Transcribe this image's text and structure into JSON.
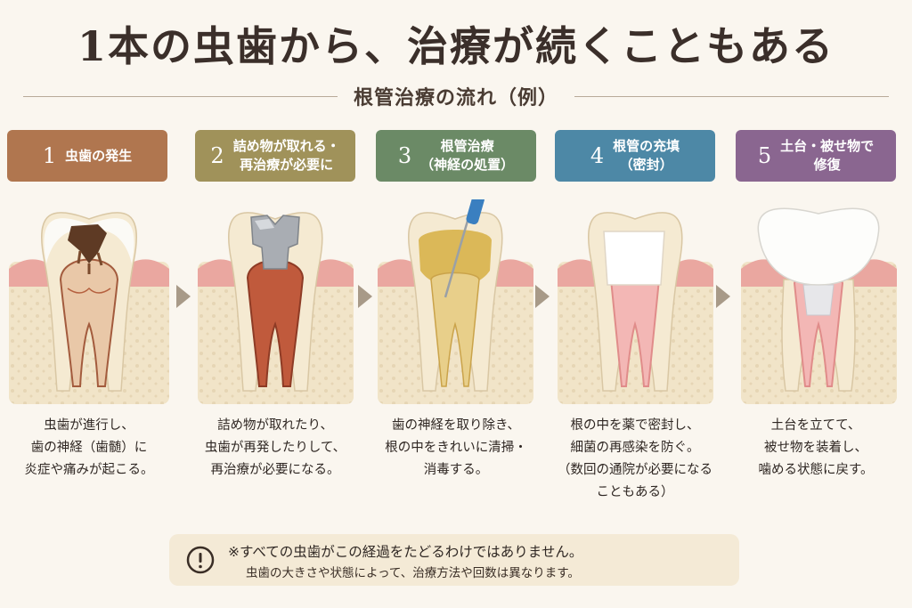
{
  "title": "1本の虫歯から、治療が続くこともある",
  "subtitle": "根管治療の流れ（例）",
  "steps": [
    {
      "num": "1",
      "label_lines": [
        "虫歯の発生"
      ],
      "color": "#b0764f",
      "icon": "decayed-tooth-icon",
      "desc_lines": [
        "虫歯が進行し、",
        "歯の神経（歯髄）に",
        "炎症や痛みが起こる。"
      ]
    },
    {
      "num": "2",
      "label_lines": [
        "詰め物が取れる・",
        "再治療が必要に"
      ],
      "color": "#a0925a",
      "icon": "filled-tooth-icon",
      "desc_lines": [
        "詰め物が取れたり、",
        "虫歯が再発したりして、",
        "再治療が必要になる。"
      ]
    },
    {
      "num": "3",
      "label_lines": [
        "根管治療",
        "（神経の処置）"
      ],
      "color": "#6b8a66",
      "icon": "root-canal-file-icon",
      "desc_lines": [
        "歯の神経を取り除き、",
        "根の中をきれいに清掃・",
        "消毒する。"
      ]
    },
    {
      "num": "4",
      "label_lines": [
        "根管の充填",
        "（密封）"
      ],
      "color": "#4d88a6",
      "icon": "filled-root-tooth-icon",
      "desc_lines": [
        "根の中を薬で密封し、",
        "細菌の再感染を防ぐ。",
        "（数回の通院が必要になる",
        "こともある）"
      ]
    },
    {
      "num": "5",
      "label_lines": [
        "土台・被せ物で",
        "修復"
      ],
      "color": "#8a6690",
      "icon": "crowned-tooth-icon",
      "desc_lines": [
        "土台を立てて、",
        "被せ物を装着し、",
        "噛める状態に戻す。"
      ]
    }
  ],
  "note": {
    "line1": "※すべての虫歯がこの経過をたどるわけではありません。",
    "line2": "虫歯の大きさや状態によって、治療方法や回数は異なります。",
    "icon": "exclamation-circle-icon"
  }
}
